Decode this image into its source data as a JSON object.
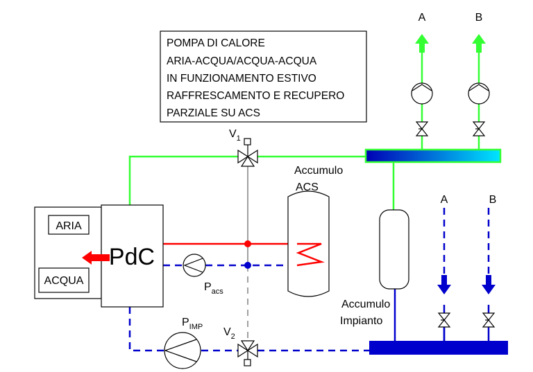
{
  "note": {
    "lines": [
      "POMPA DI CALORE",
      "ARIA-ACQUA/ACQUA-ACQUA",
      "IN FUNZIONAMENTO ESTIVO",
      "RAFFRESCAMENTO E RECUPERO",
      "PARZIALE SU ACS"
    ]
  },
  "source": {
    "aria": "ARIA",
    "acqua": "ACQUA"
  },
  "pdc": {
    "label": "PdC"
  },
  "valves": {
    "v1": {
      "main": "V",
      "sub": "1"
    },
    "v2": {
      "main": "V",
      "sub": "2"
    }
  },
  "pumps": {
    "acs": {
      "main": "P",
      "sub": "acs"
    },
    "imp": {
      "main": "P",
      "sub": "IMP"
    }
  },
  "tanks": {
    "acs": {
      "line1": "Accumulo",
      "line2": "ACS"
    },
    "impianto": {
      "line1": "Accumulo",
      "line2": "Impianto"
    }
  },
  "circuits": {
    "top": {
      "a": "A",
      "b": "B"
    },
    "bottom": {
      "a": "A",
      "b": "B"
    }
  },
  "colors": {
    "green": "#33ff33",
    "red": "#ff0000",
    "blue": "#0000cc",
    "grey": "#a0a0a0"
  }
}
